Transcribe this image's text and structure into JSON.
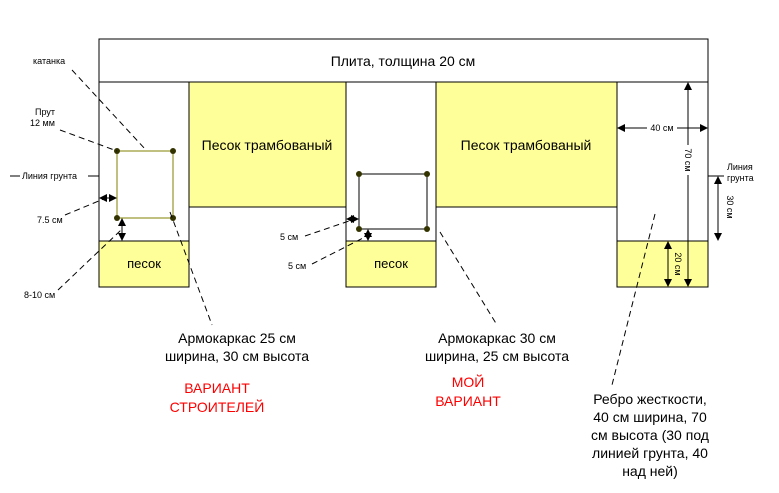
{
  "colors": {
    "sand": "#ffff99",
    "outline": "#000000",
    "cage_outline": "#808000",
    "node": "#333300",
    "accent_red": "#ff0000"
  },
  "labels": {
    "slab": "Плита, толщина 20 см",
    "sand_compacted": "Песок трамбованый",
    "sand": "песок",
    "katanka": "катанка",
    "rod_line1": "Прут",
    "rod_line2": "12 мм",
    "ground_line_left": "Линия грунта",
    "ground_line_right_1": "Линия",
    "ground_line_right_2": "грунта",
    "dim_7_5": "7.5 см",
    "dim_8_10": "8-10 см",
    "dim_5_a": "5 см",
    "dim_5_b": "5 см",
    "dim_40": "40 см",
    "dim_70": "70 см",
    "dim_30": "30 см",
    "dim_20": "20 см",
    "cage1_line1": "Армокаркас 25 см",
    "cage1_line2": "ширина, 30 см высота",
    "cage2_line1": "Армокаркас 30 см",
    "cage2_line2": "ширина, 25 см высота",
    "variant_builders_1": "ВАРИАНТ",
    "variant_builders_2": "СТРОИТЕЛЕЙ",
    "variant_mine_1": "МОЙ",
    "variant_mine_2": "ВАРИАНТ",
    "rib_line1": "Ребро жесткости,",
    "rib_line2": "40 см ширина, 70",
    "rib_line3": "см высота (30 под",
    "rib_line4": "линией грунта, 40",
    "rib_line5": "над ней)"
  }
}
